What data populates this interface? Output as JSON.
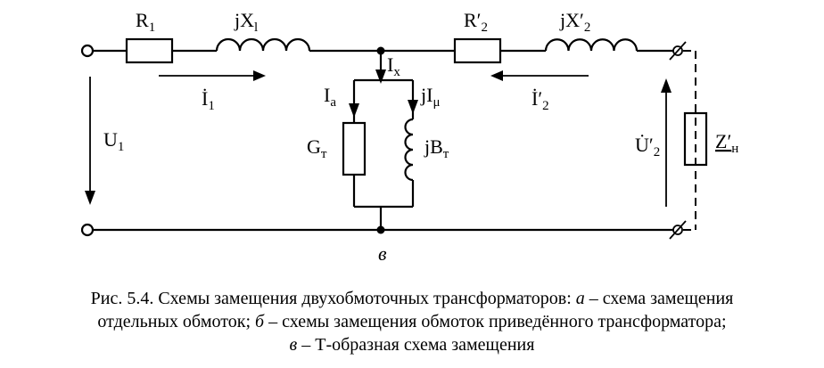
{
  "diagram": {
    "labels": {
      "r1": "R",
      "r1_sub": "1",
      "x1": "jX",
      "x1_sub": "l",
      "r2": "R′",
      "r2_sub": "2",
      "x2": "jX′",
      "x2_sub": "2",
      "i1": "İ",
      "i1_sub": "1",
      "i2": "İ′",
      "i2_sub": "2",
      "ix": "I",
      "ix_sub": "x",
      "ia": "I",
      "ia_sub": "a",
      "imu": "jI",
      "imu_sub": "μ",
      "g": "G",
      "g_sub": "т",
      "b": "jB",
      "b_sub": "т",
      "u1": "U",
      "u1_sub": "1",
      "u2": "U̇′",
      "u2_sub": "2",
      "zn": "Z′",
      "zn_sub": "н",
      "figure_letter": "в"
    }
  },
  "caption": {
    "line1_pre": "Рис. 5.4. Схемы замещения двухобмоточных трансформаторов: ",
    "line1_a": "а",
    "line1_post": " – схема замещения",
    "line2_pre": "отдельных обмоток; ",
    "line2_b": "б",
    "line2_post": " – схемы замещения обмоток приведённого трансформатора;",
    "line3_v": "в",
    "line3_post": " – Т-образная схема замещения"
  }
}
